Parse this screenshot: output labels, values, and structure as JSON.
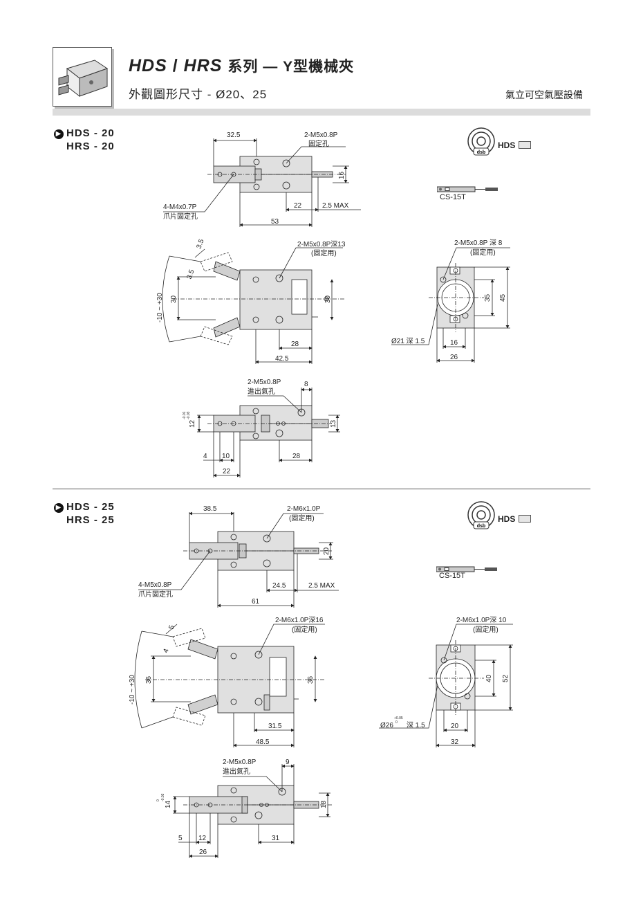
{
  "header": {
    "title_a": "HDS",
    "title_sep": "/",
    "title_b": "HRS",
    "title_c": "系列 — Y型機械夾",
    "subtitle": "外觀圖形尺寸 - Ø20、25",
    "note": "氣立可空氣壓設備"
  },
  "sections": [
    {
      "line1": "HDS - 20",
      "line2": "HRS - 20",
      "badge": "HDS",
      "sensor": "CS-15T",
      "top": {
        "d_left": "32.5",
        "hole": "2-M5x0.8P",
        "hole_sub": "固定孔",
        "claw": "4-M4x0.7P",
        "claw_sub": "爪片固定孔",
        "h": "16",
        "d1": "22",
        "d2": "2.5 MAX",
        "total": "53"
      },
      "mid": {
        "hole": "2-M5x0.8P深13",
        "hole_sub": "(固定用)",
        "a1": "3.5",
        "a2": "3.5",
        "angle": "-10 ~ +30",
        "h_left": "30",
        "h_right": "30",
        "w1": "28",
        "w2": "42.5"
      },
      "side": {
        "hole": "2-M5x0.8P 深 8",
        "hole_sub": "(固定用)",
        "h1": "35",
        "h2": "45",
        "dia": "Ø21 深 1.5",
        "w1": "16",
        "w2": "26"
      },
      "bot": {
        "port": "2-M5x0.8P",
        "port_sub": "進出氣孔",
        "p": "8",
        "h_left": "12",
        "tol_a": "-0.01",
        "tol_b": "-0.03",
        "h_right": "13",
        "w1": "4",
        "w2": "10",
        "w3": "28",
        "w4": "22"
      }
    },
    {
      "line1": "HDS - 25",
      "line2": "HRS - 25",
      "badge": "HDS",
      "sensor": "CS-15T",
      "top": {
        "d_left": "38.5",
        "hole": "2-M6x1.0P",
        "hole_sub": "(固定用)",
        "claw": "4-M5x0.8P",
        "claw_sub": "爪片固定孔",
        "h": "20",
        "d1": "24.5",
        "d2": "2.5 MAX",
        "total": "61"
      },
      "mid": {
        "hole": "2-M6x1.0P深16",
        "hole_sub": "(固定用)",
        "a1": "5",
        "a2": "4",
        "angle": "-10 ~ +30",
        "h_left": "36",
        "h_right": "36",
        "w1": "31.5",
        "w2": "48.5"
      },
      "side": {
        "hole": "2-M6x1.0P深 10",
        "hole_sub": "(固定用)",
        "h1": "40",
        "h2": "52",
        "dia": "Ø26",
        "tol_a": "+0.05",
        "tol_b": "0",
        "dia_b": "深 1.5",
        "w1": "20",
        "w2": "32"
      },
      "bot": {
        "port": "2-M5x0.8P",
        "port_sub": "進出氣孔",
        "p": "9",
        "h_left": "14",
        "tol_a": "0",
        "tol_b": "-0.03",
        "h_right": "18",
        "w1": "5",
        "w2": "12",
        "w3": "31",
        "w4": "26"
      }
    }
  ]
}
